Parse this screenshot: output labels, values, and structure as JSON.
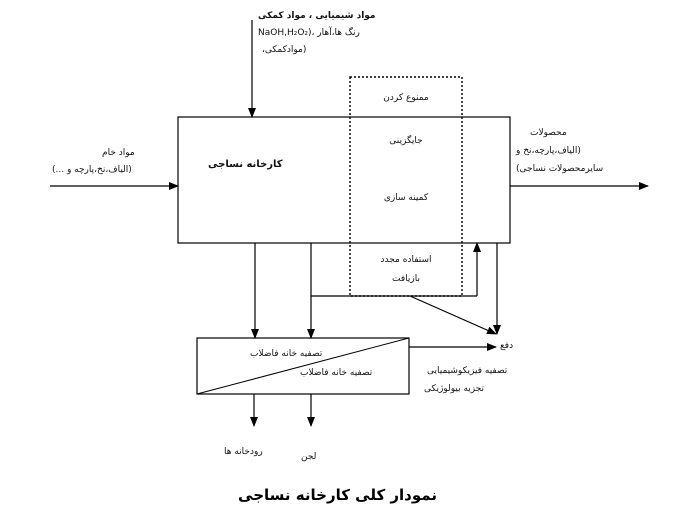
{
  "diagram": {
    "title": "نمودار کلی کارخانه نساجی",
    "nodes": {
      "factory": "کارخانه نساجی",
      "waste_plant_1": "تصفیه خانه فاضلاب",
      "waste_plant_2": "تصفیه خانه فاضلاب"
    },
    "stages": {
      "prohibit": "ممنوع کردن",
      "substitute": "جایگزینی",
      "minimize": "کمینه سازی",
      "reuse": "استفاده مجدد",
      "recycle": "بازیافت"
    },
    "inputs": {
      "chemicals_line1": "مواد شیمیایی ، مواد کمکی",
      "chemicals_line2": "رنگ ها،آهار ،(NaOH,H₂O₂",
      "chemicals_line3": "(موادکمکی،",
      "raw_line1": "مواد خام",
      "raw_line2": "(الیاف،نخ،پارچه و ...)"
    },
    "outputs": {
      "products_line1": "محصولات",
      "products_line2": "(الیاف،پارچه،نخ و",
      "products_line3": "سایرمحصولات نساجی)",
      "disposal": "دفع",
      "treatment_line1": "تصفیه فیزیکوشیمیایی",
      "treatment_line2": "تجزیه بیولوژیکی",
      "rivers": "رودخانه ها",
      "sludge": "لجن"
    }
  }
}
